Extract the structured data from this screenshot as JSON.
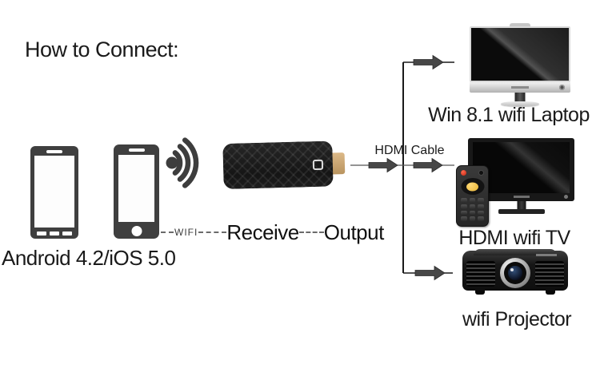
{
  "title": "How to Connect:",
  "source_caption": "Android 4.2/iOS 5.0",
  "link_row": {
    "wifi": "WIFI",
    "receive": "Receive",
    "output": "Output"
  },
  "cable_label": "HDMI Cable",
  "targets": {
    "laptop": "Win 8.1 wifi Laptop",
    "tv": "HDMI wifi TV",
    "projector": "wifi Projector"
  },
  "colors": {
    "ink": "#1a1a1a",
    "device": "#3f3f3f",
    "dash": "#6a6a6a",
    "arrow": "#474747",
    "gold": "#c8a476",
    "remote-yellow": "#e7b433",
    "remote-red": "#c22313"
  }
}
